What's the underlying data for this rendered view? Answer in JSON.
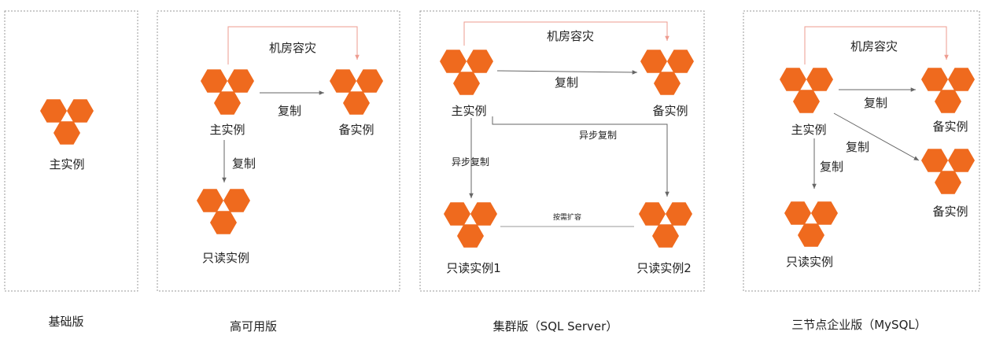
{
  "panels": {
    "basic": {
      "caption": "基础版",
      "primary": "主实例"
    },
    "ha": {
      "caption": "高可用版",
      "primary": "主实例",
      "standby": "备实例",
      "readonly": "只读实例",
      "replicate_standby": "复制",
      "replicate_readonly": "复制",
      "disaster_recovery": "机房容灾"
    },
    "cluster": {
      "caption": "集群版（SQL Server）",
      "primary": "主实例",
      "standby": "备实例",
      "readonly1": "只读实例1",
      "readonly2": "只读实例2",
      "replicate": "复制",
      "async_replicate_1": "异步复制",
      "async_replicate_2": "异步复制",
      "scale_on_demand": "按需扩容",
      "disaster_recovery": "机房容灾"
    },
    "enterprise": {
      "caption": "三节点企业版（MySQL）",
      "primary": "主实例",
      "standby1": "备实例",
      "standby2": "备实例",
      "readonly": "只读实例",
      "replicate_1": "复制",
      "replicate_2": "复制",
      "replicate_3": "复制",
      "disaster_recovery": "机房容灾"
    }
  },
  "colors": {
    "node": "#ef6a1e",
    "arrow": "#666666",
    "disaster_line": "#ee9b8f",
    "panel_border": "#9a9a9a"
  },
  "icons": {
    "node": "hexagon-cluster-icon"
  }
}
